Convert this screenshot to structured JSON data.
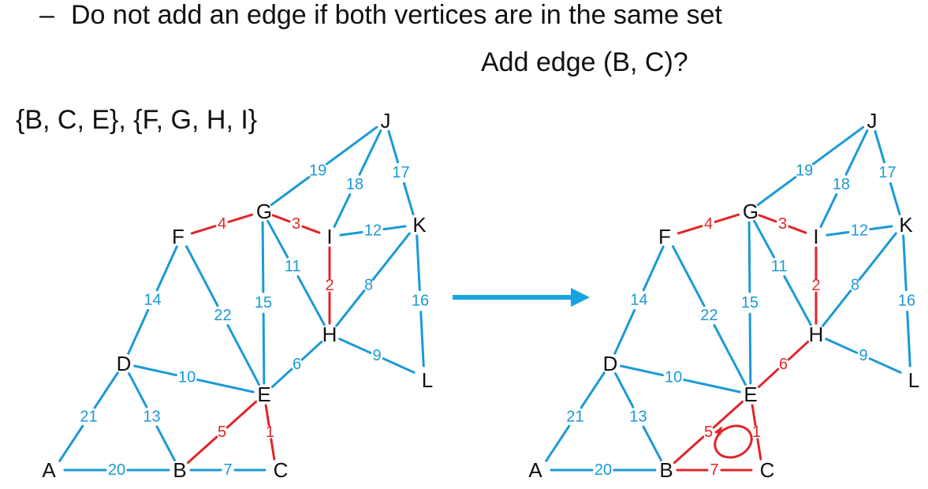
{
  "text": {
    "bullet_dash": "–",
    "bullet": "Do not add an edge if both vertices are in the same set",
    "question": "Add edge (B, C)?",
    "sets": "{B, C, E}, {F, G, H, I}"
  },
  "colors": {
    "tree_edge": "#e0262a",
    "other_edge": "#1a9ad6",
    "arrow": "#17a3e0",
    "text": "#111111"
  },
  "vertices": [
    "A",
    "B",
    "C",
    "D",
    "E",
    "F",
    "G",
    "H",
    "I",
    "J",
    "K",
    "L"
  ],
  "left_graph": {
    "edges": [
      {
        "u": "F",
        "v": "G",
        "w": "4",
        "red": true
      },
      {
        "u": "G",
        "v": "I",
        "w": "3",
        "red": true
      },
      {
        "u": "I",
        "v": "H",
        "w": "2",
        "red": true
      },
      {
        "u": "B",
        "v": "E",
        "w": "5",
        "red": true
      },
      {
        "u": "E",
        "v": "C",
        "w": "1",
        "red": true
      },
      {
        "u": "B",
        "v": "C",
        "w": "7",
        "red": false
      },
      {
        "u": "A",
        "v": "B",
        "w": "20",
        "red": false
      },
      {
        "u": "A",
        "v": "D",
        "w": "21",
        "red": false
      },
      {
        "u": "D",
        "v": "B",
        "w": "13",
        "red": false
      },
      {
        "u": "D",
        "v": "E",
        "w": "10",
        "red": false
      },
      {
        "u": "D",
        "v": "F",
        "w": "14",
        "red": false
      },
      {
        "u": "F",
        "v": "E",
        "w": "22",
        "red": false
      },
      {
        "u": "G",
        "v": "E",
        "w": "15",
        "red": false
      },
      {
        "u": "G",
        "v": "H",
        "w": "11",
        "red": false
      },
      {
        "u": "G",
        "v": "J",
        "w": "19",
        "red": false
      },
      {
        "u": "J",
        "v": "I",
        "w": "18",
        "red": false
      },
      {
        "u": "J",
        "v": "K",
        "w": "17",
        "red": false
      },
      {
        "u": "I",
        "v": "K",
        "w": "12",
        "red": false
      },
      {
        "u": "H",
        "v": "K",
        "w": "8",
        "red": false
      },
      {
        "u": "K",
        "v": "L",
        "w": "16",
        "red": false
      },
      {
        "u": "H",
        "v": "L",
        "w": "9",
        "red": false
      },
      {
        "u": "H",
        "v": "E",
        "w": "6",
        "red": false
      }
    ]
  },
  "right_graph": {
    "edges": [
      {
        "u": "F",
        "v": "G",
        "w": "4",
        "red": true
      },
      {
        "u": "G",
        "v": "I",
        "w": "3",
        "red": true
      },
      {
        "u": "I",
        "v": "H",
        "w": "2",
        "red": true
      },
      {
        "u": "B",
        "v": "E",
        "w": "5",
        "red": true
      },
      {
        "u": "E",
        "v": "C",
        "w": "1",
        "red": true
      },
      {
        "u": "B",
        "v": "C",
        "w": "7",
        "red": true
      },
      {
        "u": "H",
        "v": "E",
        "w": "6",
        "red": true
      },
      {
        "u": "A",
        "v": "B",
        "w": "20",
        "red": false
      },
      {
        "u": "A",
        "v": "D",
        "w": "21",
        "red": false
      },
      {
        "u": "D",
        "v": "B",
        "w": "13",
        "red": false
      },
      {
        "u": "D",
        "v": "E",
        "w": "10",
        "red": false
      },
      {
        "u": "D",
        "v": "F",
        "w": "14",
        "red": false
      },
      {
        "u": "F",
        "v": "E",
        "w": "22",
        "red": false
      },
      {
        "u": "G",
        "v": "E",
        "w": "15",
        "red": false
      },
      {
        "u": "G",
        "v": "H",
        "w": "11",
        "red": false
      },
      {
        "u": "G",
        "v": "J",
        "w": "19",
        "red": false
      },
      {
        "u": "J",
        "v": "I",
        "w": "18",
        "red": false
      },
      {
        "u": "J",
        "v": "K",
        "w": "17",
        "red": false
      },
      {
        "u": "I",
        "v": "K",
        "w": "12",
        "red": false
      },
      {
        "u": "H",
        "v": "K",
        "w": "8",
        "red": false
      },
      {
        "u": "K",
        "v": "L",
        "w": "16",
        "red": false
      },
      {
        "u": "H",
        "v": "L",
        "w": "9",
        "red": false
      }
    ]
  }
}
